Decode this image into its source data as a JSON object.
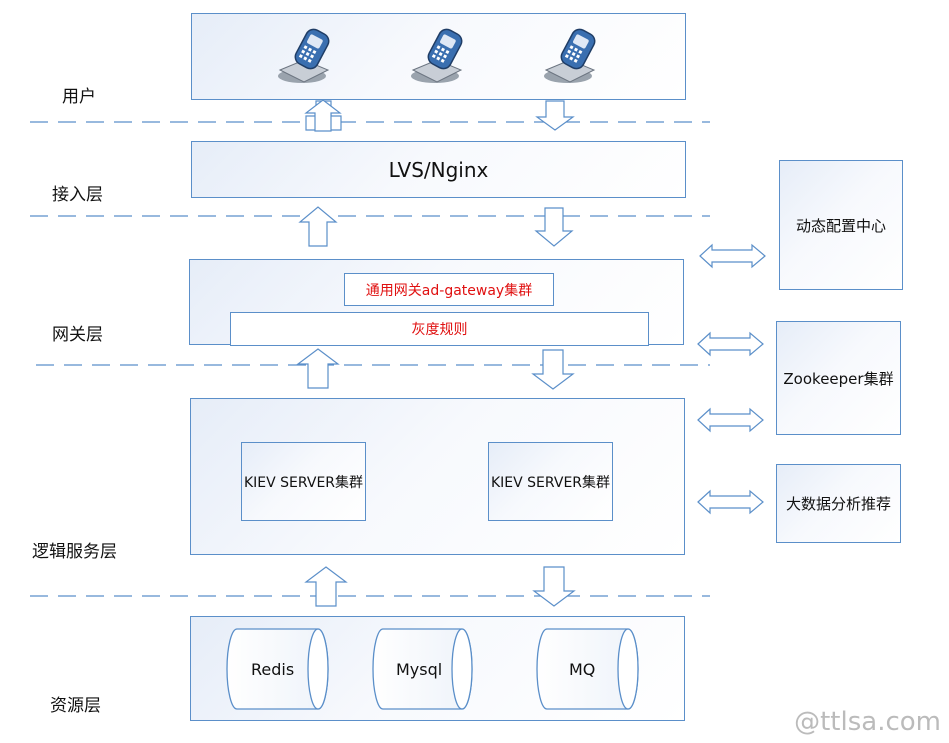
{
  "layers": {
    "user": "用户",
    "access": "接入层",
    "gateway": "网关层",
    "logic": "逻辑服务层",
    "resource": "资源层"
  },
  "access_box": {
    "label": "LVS/Nginx"
  },
  "gateway_box": {
    "cluster_label": "通用网关ad-gateway集群",
    "gray_rule_label": "灰度规则"
  },
  "logic_box": {
    "servers": [
      "KIEV SERVER集群",
      "KIEV SERVER集群"
    ]
  },
  "resources": [
    "Redis",
    "Mysql",
    "MQ"
  ],
  "side_services": [
    "动态配置中心",
    "Zookeeper集群",
    "大数据分析推荐"
  ],
  "watermark": "@ttlsa.com",
  "colors": {
    "border": "#5b8fc9",
    "highlight_text": "#e01010",
    "dash": "#5b8fc9"
  },
  "icons": [
    "phone-icon",
    "phone-icon",
    "phone-icon"
  ]
}
